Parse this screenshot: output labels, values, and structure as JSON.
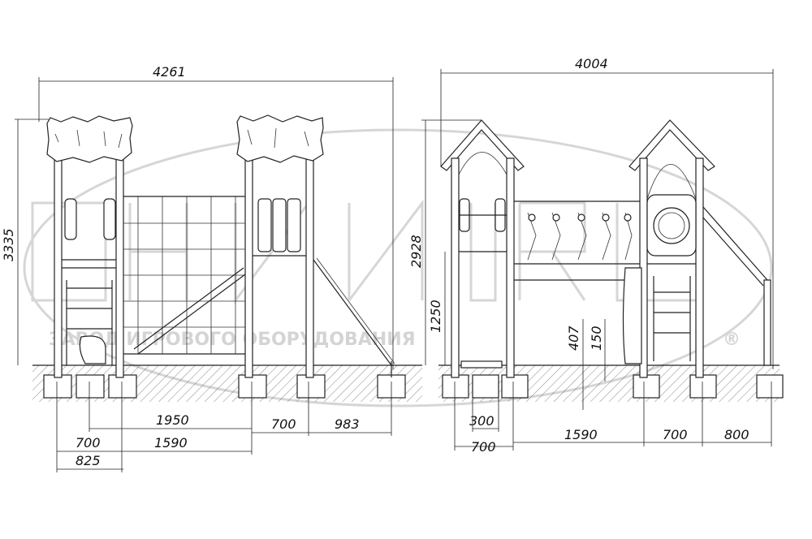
{
  "watermark": {
    "logo": "ЮНИ.RU",
    "tagline": "ЗАВОД ИГРОВОГО ОБОРУДОВАНИЯ",
    "registered": "®"
  },
  "front_view": {
    "dims": {
      "overall_width": "4261",
      "overall_height": "3335",
      "d1950": "1950",
      "d700_right": "700",
      "d983": "983",
      "d700_left": "700",
      "d1590": "1590",
      "d825": "825"
    }
  },
  "side_view": {
    "dims": {
      "overall_width": "4004",
      "overall_height": "2928",
      "platform_height": "1250",
      "d407": "407",
      "d150": "150",
      "d300": "300",
      "d700_left": "700",
      "d1590": "1590",
      "d700_right": "700",
      "d800": "800"
    }
  }
}
